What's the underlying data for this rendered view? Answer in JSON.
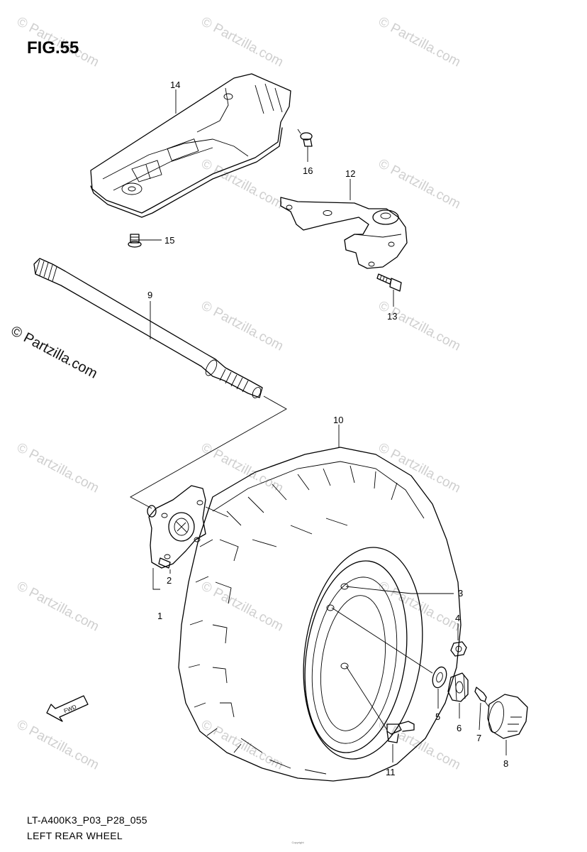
{
  "figure_label": "FIG.55",
  "footer": {
    "code": "LT-A400K3_P03_P28_055",
    "title": "LEFT REAR WHEEL"
  },
  "copyright_note": "Copyright",
  "side_watermark": "© Partzilla.com",
  "watermark_text": "© Partzilla.com",
  "fwd_label": "FWD",
  "callouts": {
    "c1": "1",
    "c2": "2",
    "c3": "3",
    "c4": "4",
    "c5": "5",
    "c6": "6",
    "c7": "7",
    "c8": "8",
    "c9": "9",
    "c10": "10",
    "c11": "11",
    "c12": "12",
    "c13": "13",
    "c14": "14",
    "c15": "15",
    "c16": "16"
  }
}
